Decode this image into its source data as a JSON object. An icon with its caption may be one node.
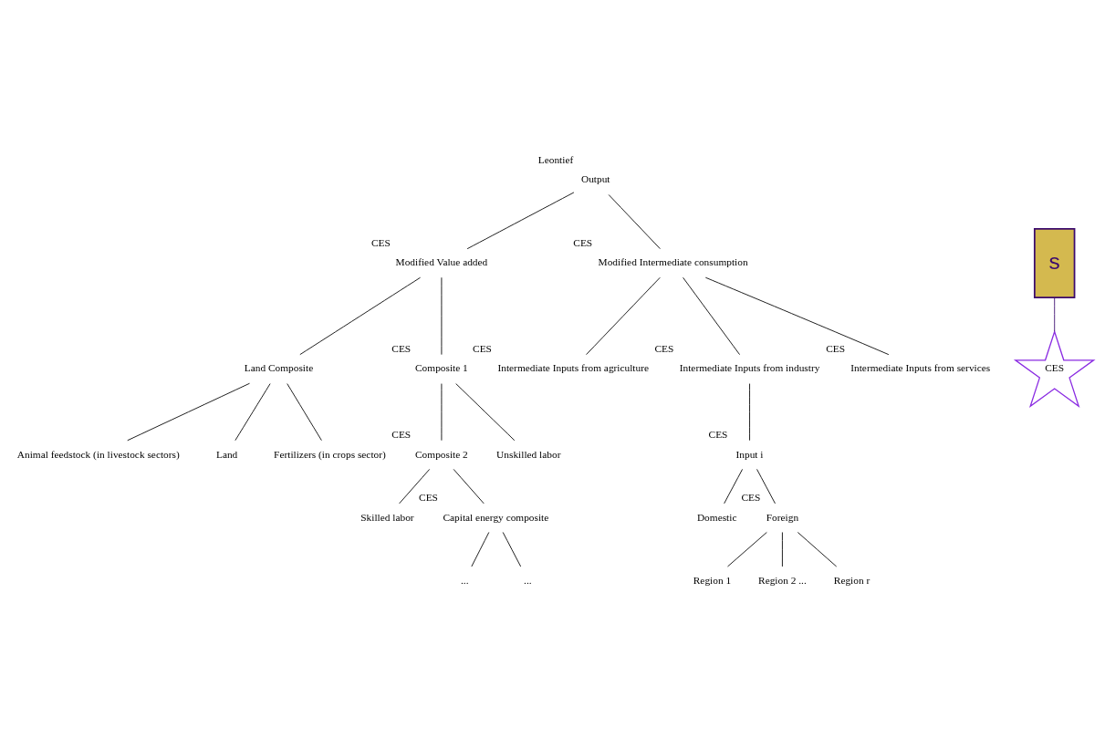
{
  "diagram": {
    "nodes": [
      {
        "text": [
          "Output"
        ],
        "beside": [
          "Leontief"
        ]
      },
      {
        "text": [
          "s"
        ]
      },
      {
        "text": [
          "Modified Value added"
        ],
        "beside": [
          "CES"
        ]
      },
      {
        "text": [
          "Modified Intermediate consumption"
        ],
        "beside": [
          "CES"
        ]
      },
      {
        "text": [
          "Land Composite"
        ]
      },
      {
        "text": [
          "CES"
        ]
      },
      {
        "text": [
          "Composite 1"
        ],
        "beside": [
          "CES"
        ]
      },
      {
        "text": [
          "Intermediate Inputs from agriculture"
        ],
        "beside": [
          "CES"
        ]
      },
      {
        "text": [
          "Intermediate Inputs from industry"
        ],
        "beside": [
          "CES"
        ]
      },
      {
        "text": [
          "Intermediate Inputs from services"
        ],
        "beside": [
          "CES"
        ]
      },
      {
        "text": [
          "Animal feedstock (in livestock sectors)"
        ]
      },
      {
        "text": [
          "Land"
        ]
      },
      {
        "text": [
          "Fertilizers (in crops sector)"
        ]
      },
      {
        "text": [
          "Composite 2"
        ],
        "beside": [
          "CES"
        ]
      },
      {
        "text": [
          "Unskilled labor"
        ]
      },
      {
        "text": [
          "Skilled labor"
        ]
      },
      {
        "text": [
          "Capital energy composite"
        ],
        "beside": [
          "CES"
        ]
      },
      {
        "text": [
          "..."
        ]
      },
      {
        "text": [
          "..."
        ]
      },
      {
        "text": [
          "Input i"
        ],
        "beside": [
          "CES"
        ]
      },
      {
        "text": [
          "Domestic"
        ]
      },
      {
        "text": [
          "Foreign"
        ],
        "beside": [
          "CES"
        ]
      },
      {
        "text": [
          "Region 1"
        ]
      },
      {
        "text": [
          "Region 2 ..."
        ]
      },
      {
        "text": [
          "Region r"
        ]
      }
    ],
    "edges": [
      {
        "from": 0,
        "to": 2,
        "arrow": "none"
      },
      {
        "from": 0,
        "to": 3,
        "arrow": "none"
      },
      {
        "from": 1,
        "to": 5,
        "arrow": "none",
        "color": "#3b0a6e"
      },
      {
        "from": 2,
        "to": 4,
        "arrow": "none"
      },
      {
        "from": 2,
        "to": 6,
        "arrow": "none"
      },
      {
        "from": 3,
        "to": 7,
        "arrow": "none"
      },
      {
        "from": 3,
        "to": 8,
        "arrow": "none"
      },
      {
        "from": 3,
        "to": 9,
        "arrow": "none"
      },
      {
        "from": 4,
        "to": 10,
        "arrow": "none"
      },
      {
        "from": 4,
        "to": 11,
        "arrow": "none"
      },
      {
        "from": 4,
        "to": 12,
        "arrow": "none"
      },
      {
        "from": 6,
        "to": 13,
        "arrow": "none"
      },
      {
        "from": 6,
        "to": 14,
        "arrow": "none"
      },
      {
        "from": 13,
        "to": 15,
        "arrow": "none"
      },
      {
        "from": 13,
        "to": 16,
        "arrow": "none"
      },
      {
        "from": 16,
        "to": 17,
        "arrow": "none"
      },
      {
        "from": 16,
        "to": 18,
        "arrow": "none"
      },
      {
        "from": 8,
        "to": 19,
        "arrow": "none"
      },
      {
        "from": 19,
        "to": 20,
        "arrow": "none"
      },
      {
        "from": 19,
        "to": 21,
        "arrow": "none"
      },
      {
        "from": 21,
        "to": 22,
        "arrow": "none"
      },
      {
        "from": 21,
        "to": 23,
        "arrow": "none"
      },
      {
        "from": 21,
        "to": 24,
        "arrow": "none"
      }
    ]
  }
}
